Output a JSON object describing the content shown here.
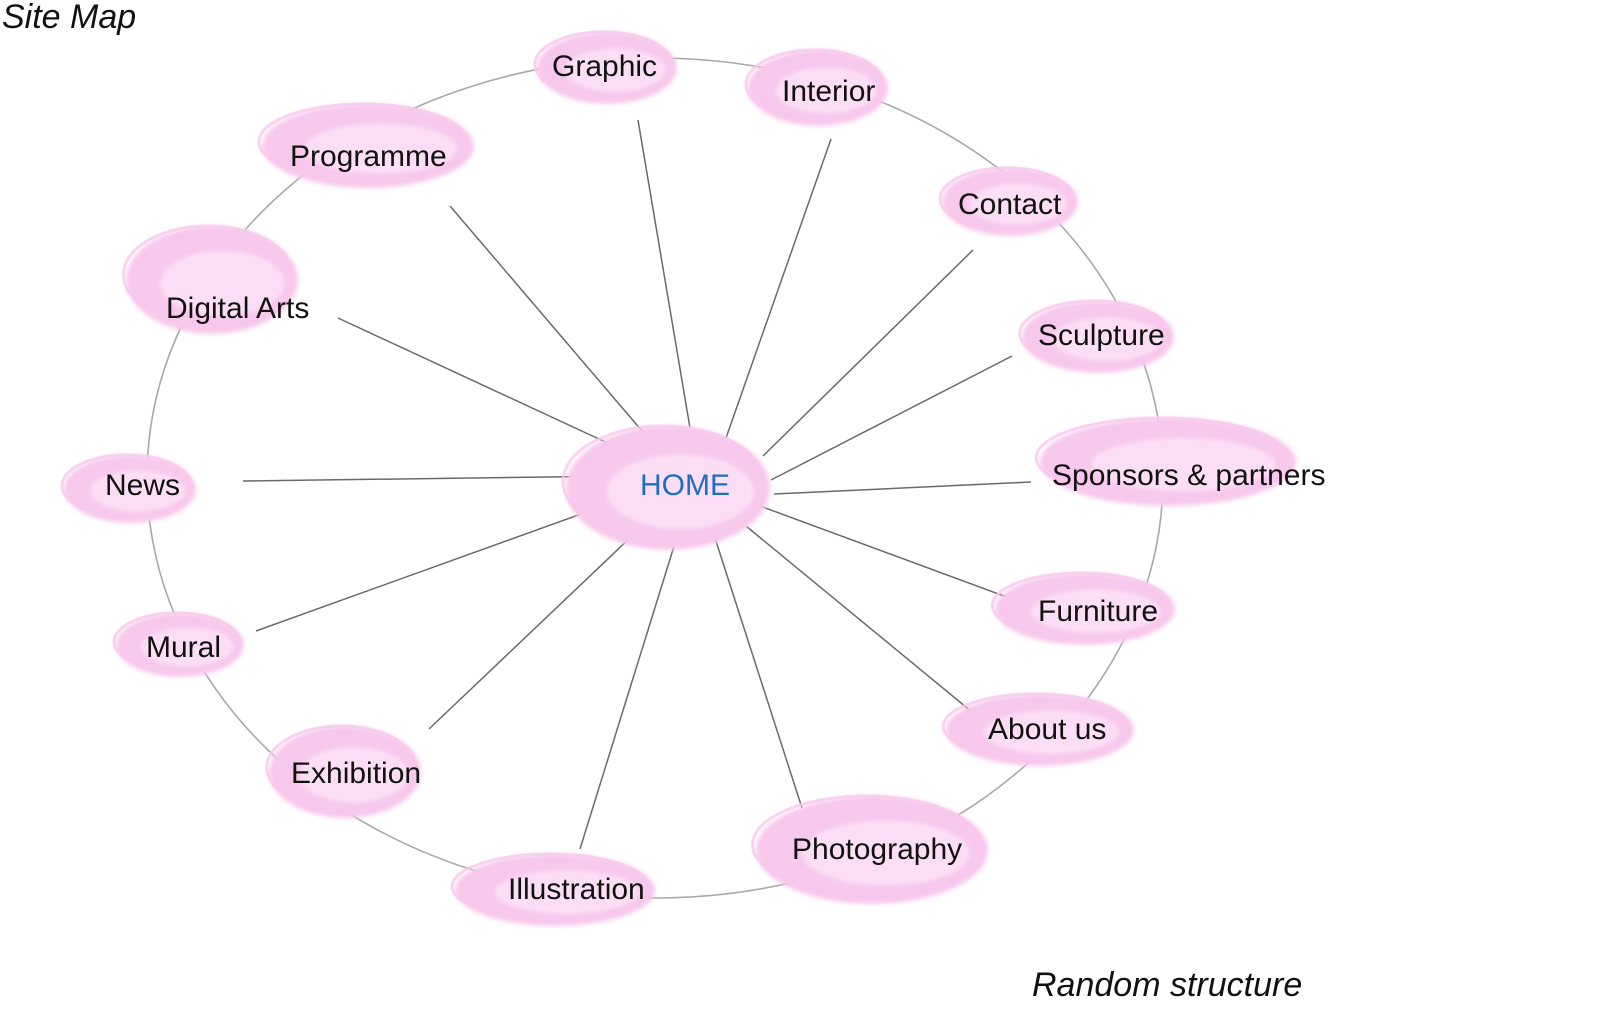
{
  "title": "Site Map",
  "caption": "Random structure",
  "colors": {
    "blob": "#f7c8ec",
    "blob_light": "#fde6f8",
    "ring": "#a8a8a8",
    "spoke": "#6a6a6a",
    "text": "#111111",
    "hub_text": "#1a6fc0"
  },
  "hub": {
    "label": "HOME"
  },
  "nodes": [
    {
      "id": "graphic",
      "label": "Graphic"
    },
    {
      "id": "interior",
      "label": "Interior"
    },
    {
      "id": "programme",
      "label": "Programme"
    },
    {
      "id": "contact",
      "label": "Contact"
    },
    {
      "id": "digital-arts",
      "label": "Digital Arts"
    },
    {
      "id": "sculpture",
      "label": "Sculpture"
    },
    {
      "id": "news",
      "label": "News"
    },
    {
      "id": "sponsors-partners",
      "label": "Sponsors & partners"
    },
    {
      "id": "furniture",
      "label": "Furniture"
    },
    {
      "id": "mural",
      "label": "Mural"
    },
    {
      "id": "about-us",
      "label": "About us"
    },
    {
      "id": "exhibition",
      "label": "Exhibition"
    },
    {
      "id": "photography",
      "label": "Photography"
    },
    {
      "id": "illustration",
      "label": "Illustration"
    }
  ]
}
